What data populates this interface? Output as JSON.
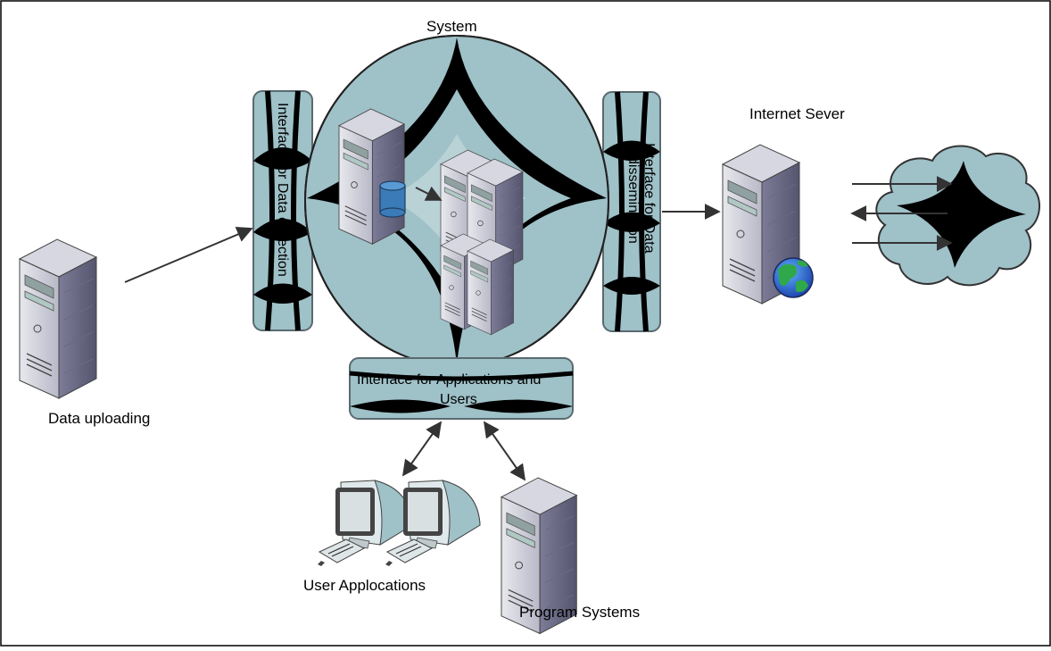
{
  "diagram": {
    "system_label": "System",
    "internet_server_label": "Internet Sever",
    "data_uploading_label": "Data uploading",
    "user_applications_label": "User Applocations",
    "program_systems_label": "Program Systems",
    "interface_collection_label": "Interface for Data collection",
    "interface_dissemination_label_line1": "Interface for Data",
    "interface_dissemination_label_line2": "dissemination",
    "interface_apps_label_line1": "Interface for Applications and",
    "interface_apps_label_line2": "Users"
  },
  "colors": {
    "panel_fill": "#9fc1c8",
    "panel_stroke": "#5a6a70",
    "server_body": "#8a8aa0",
    "server_side": "#5e5e78",
    "db_blue": "#3a7bb8",
    "border": "#000000"
  },
  "icons": [
    "server-icon",
    "database-icon",
    "globe-icon",
    "cloud-icon",
    "workstation-icon"
  ]
}
